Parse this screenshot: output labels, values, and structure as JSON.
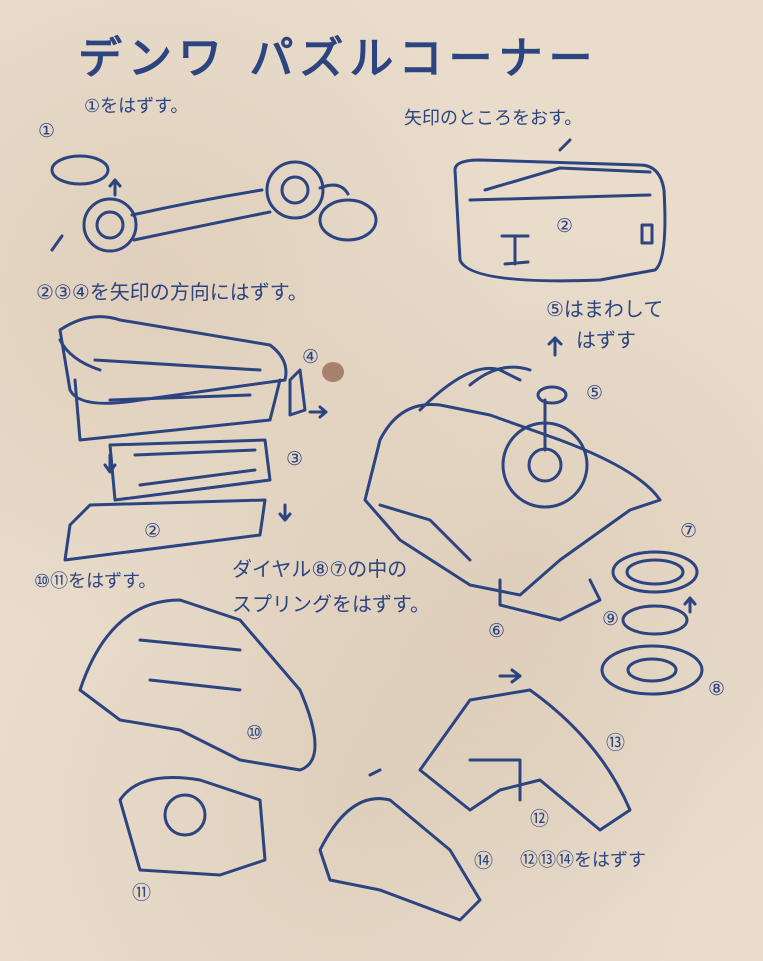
{
  "title": "デンワ パズルコーナー",
  "instructions": {
    "step1": "①をはずす。",
    "arrow_press": "矢印のところをおす。",
    "step234": "②③④を矢印の方向にはずす。",
    "step5_line1": "⑤はまわして",
    "step5_line2": "はずす",
    "step1011": "⑩⑪をはずす。",
    "dial_line1": "ダイヤル⑧⑦の中の",
    "dial_line2": "スプリングをはずす。",
    "step121314": "⑫⑬⑭をはずす"
  },
  "labels": {
    "n1": "①",
    "n2a": "②",
    "n4": "④",
    "n3": "③",
    "n2b": "②",
    "n5": "⑤",
    "n6": "⑥",
    "n7": "⑦",
    "n8": "⑧",
    "n9": "⑨",
    "n10": "⑩",
    "n11": "⑪",
    "n12": "⑫",
    "n13": "⑬",
    "n14": "⑭"
  },
  "colors": {
    "ink": "#2c4480",
    "paper": "#e9dccb"
  }
}
